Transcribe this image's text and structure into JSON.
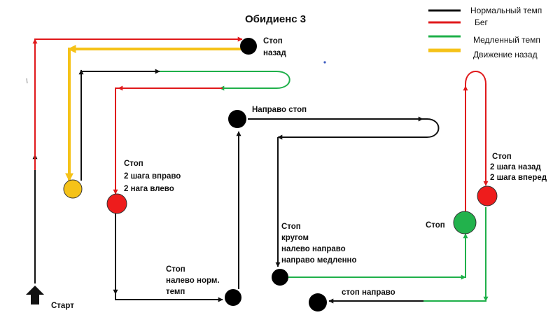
{
  "title": "Обидиенс 3",
  "colors": {
    "normal": "#111111",
    "run": "#e0191b",
    "slow": "#1fb04a",
    "back": "#f5c218",
    "stop_black": "#000000",
    "stop_yellow": "#f5c218",
    "stop_red": "#ee1c1c",
    "stop_green": "#22b24c"
  },
  "legend": {
    "normal": "Нормальный темп",
    "run": "Бег",
    "slow": "Медленный темп",
    "back": "Движение назад"
  },
  "labels": {
    "start": "Старт",
    "stop_back": [
      "Стоп",
      "назад"
    ],
    "right_stop": "Направо стоп",
    "stop_right_left": [
      "Стоп",
      "2 шага вправо",
      "2 нага влево"
    ],
    "stop_left_normal": [
      "Стоп",
      "налево норм.",
      "темп"
    ],
    "stop_turn": [
      "Стоп",
      "кругом",
      "налево направо",
      "направо медленно"
    ],
    "stop_green": "Стоп",
    "stop_back_forward": [
      "Стоп",
      "2 шага назад",
      "2 шага вперед"
    ],
    "stop_right_end": "стоп направо"
  }
}
